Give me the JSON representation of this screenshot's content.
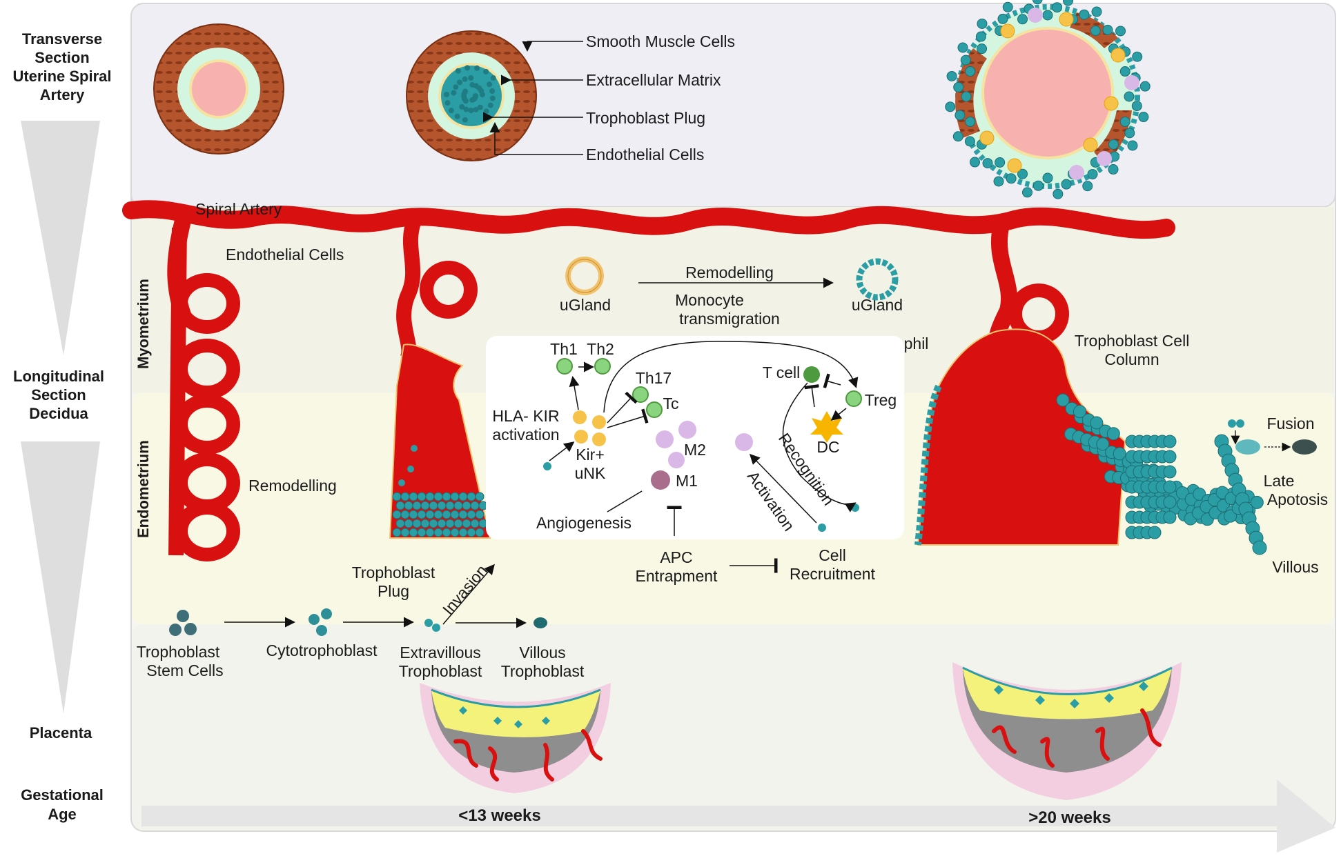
{
  "side_labels": {
    "transverse": [
      "Transverse",
      "Section",
      "Uterine Spiral",
      "Artery"
    ],
    "longitudinal": [
      "Longitudinal",
      "Section",
      "Decidua"
    ],
    "placenta": "Placenta",
    "gestational": [
      "Gestational",
      "Age"
    ]
  },
  "vertical_labels": {
    "myometrium": "Myometrium",
    "endometrium": "Endometrium"
  },
  "cross_section_labels": {
    "smooth_muscle": "Smooth Muscle Cells",
    "ecm": "Extracellular Matrix",
    "plug": "Trophoblast Plug",
    "endothelial": "Endothelial Cells"
  },
  "longitudinal_labels": {
    "spiral_artery": "Spiral Artery",
    "endothelial": "Endothelial Cells",
    "remodelling_left": "Remodelling",
    "trophoblast_plug": [
      "Trophoblast",
      "Plug"
    ],
    "invasion": "Invasion",
    "ugland_left": "uGland",
    "ugland_right": "uGland",
    "remodelling_gland": "Remodelling",
    "monocyte": [
      "Monocyte",
      "transmigration"
    ],
    "neutrophil": "Neutrophil",
    "column": [
      "Trophoblast Cell",
      "Column"
    ],
    "fusion": "Fusion",
    "late_apoptosis": [
      "Late",
      "Apotosis"
    ],
    "villous": "Villous"
  },
  "immune_labels": {
    "th1": "Th1",
    "th2": "Th2",
    "th17": "Th17",
    "tc": "Tc",
    "hla": [
      "HLA- KIR",
      "activation"
    ],
    "kir": [
      "Kir+",
      "uNK"
    ],
    "m2": "M2",
    "m1": "M1",
    "angiogenesis": "Angiogenesis",
    "tcell": "T cell",
    "treg": "Treg",
    "dc": "DC",
    "recognition": "Recognition",
    "activation": "Activation",
    "apc": [
      "APC",
      "Entrapment"
    ],
    "recruitment": [
      "Cell",
      "Recruitment"
    ]
  },
  "lineage": {
    "stem": [
      "Trophoblast",
      "Stem Cells"
    ],
    "cyto": "Cytotrophoblast",
    "evt": [
      "Extravillous",
      "Trophoblast"
    ],
    "villous": [
      "Villous",
      "Trophoblast"
    ]
  },
  "age_labels": {
    "early": "<13 weeks",
    "late": ">20 weeks"
  },
  "colors": {
    "artery_red": "#d81010",
    "trophoblast_teal": "#2b9ea5",
    "muscle_brown": "#b5552e",
    "ecm_green": "#d4f5df",
    "lumen_pink": "#f7b2b0",
    "unk_yellow": "#f7c24a",
    "macrophage_lilac": "#d9b7e6",
    "placenta_yellow": "#f4f27a",
    "placenta_pink": "#f3cde0"
  }
}
